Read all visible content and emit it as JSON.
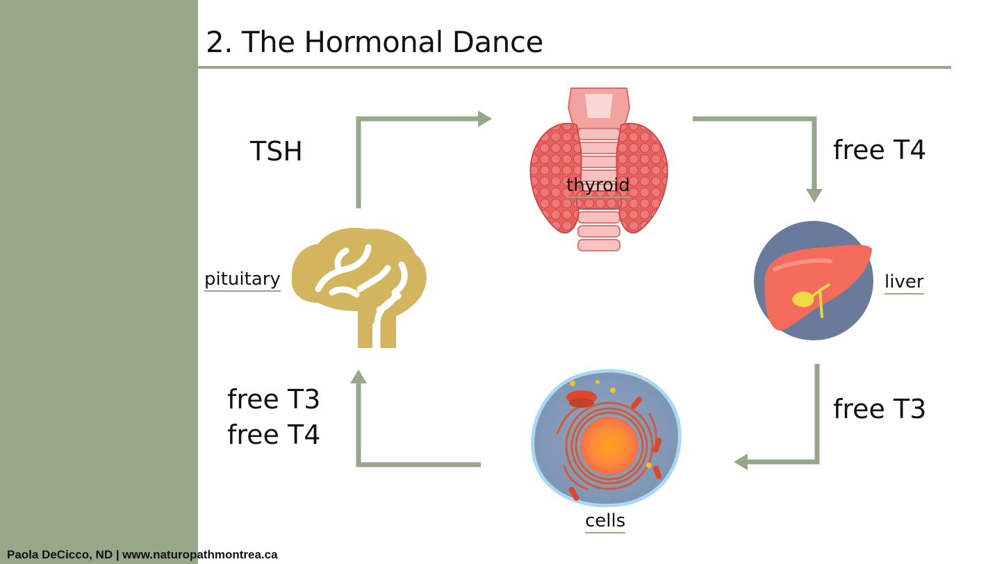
{
  "slide": {
    "title": "2. The Hormonal Dance",
    "footer": "Paola DeCicco, ND | www.naturopathmontrea.ca"
  },
  "nodes": {
    "thyroid": "thyroid",
    "liver": "liver",
    "cells": "cells",
    "pituitary": "pituitary"
  },
  "edges": {
    "pituitary_to_thyroid": "TSH",
    "thyroid_to_liver": "free T4",
    "liver_to_cells": "free T3",
    "cells_to_pituitary_line1": "free T3",
    "cells_to_pituitary_line2": "free T4"
  },
  "colors": {
    "accent": "#97a888",
    "arrow": "#97a888",
    "brain": "#d3b55f",
    "liver_circle": "#6a7a9a",
    "liver": "#f26b5b",
    "thyroid": "#e8615f"
  },
  "icons": [
    "brain-icon",
    "thyroid-icon",
    "liver-icon",
    "cell-icon"
  ]
}
